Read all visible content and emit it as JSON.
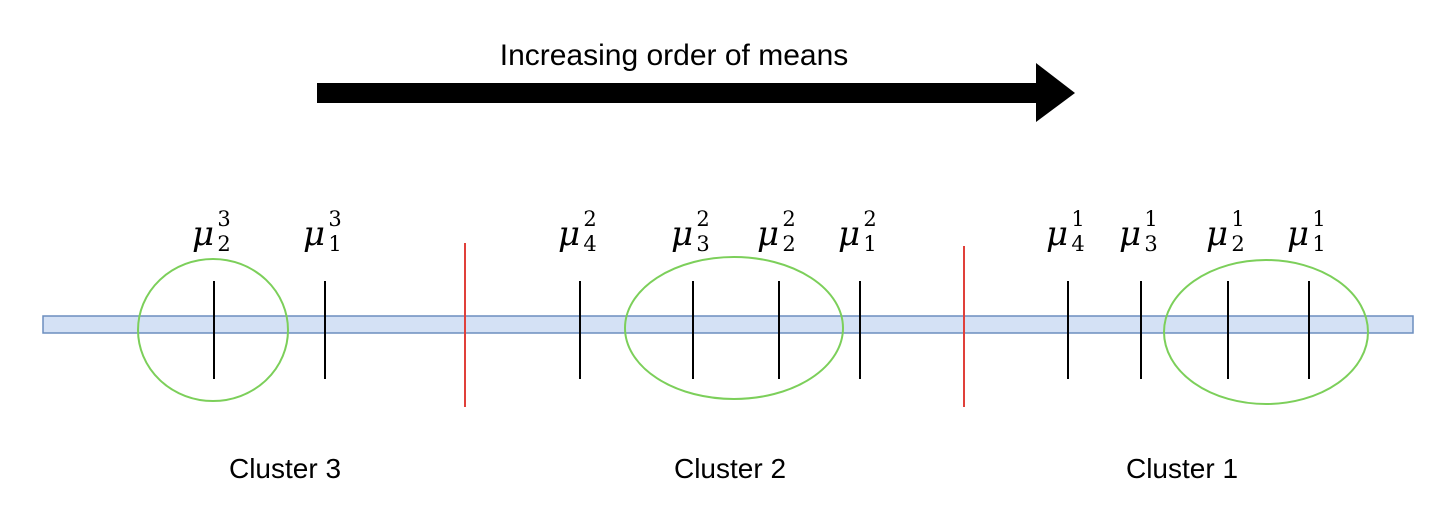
{
  "title": "Increasing order of means",
  "colors": {
    "axis_fill": "#d4e1f5",
    "axis_stroke": "#6c8ebf",
    "separator": "#e0403a",
    "cluster_ring": "#7ccf5a",
    "tick": "#000000",
    "arrow": "#000000"
  },
  "clusters": [
    {
      "label": "Cluster 3",
      "means": [
        {
          "symbol": "μ",
          "subscript": "2",
          "superscript": "3"
        },
        {
          "symbol": "μ",
          "subscript": "1",
          "superscript": "3"
        }
      ]
    },
    {
      "label": "Cluster 2",
      "means": [
        {
          "symbol": "μ",
          "subscript": "4",
          "superscript": "2"
        },
        {
          "symbol": "μ",
          "subscript": "3",
          "superscript": "2"
        },
        {
          "symbol": "μ",
          "subscript": "2",
          "superscript": "2"
        },
        {
          "symbol": "μ",
          "subscript": "1",
          "superscript": "2"
        }
      ]
    },
    {
      "label": "Cluster 1",
      "means": [
        {
          "symbol": "μ",
          "subscript": "4",
          "superscript": "1"
        },
        {
          "symbol": "μ",
          "subscript": "3",
          "superscript": "1"
        },
        {
          "symbol": "μ",
          "subscript": "2",
          "superscript": "1"
        },
        {
          "symbol": "μ",
          "subscript": "1",
          "superscript": "1"
        }
      ]
    }
  ]
}
